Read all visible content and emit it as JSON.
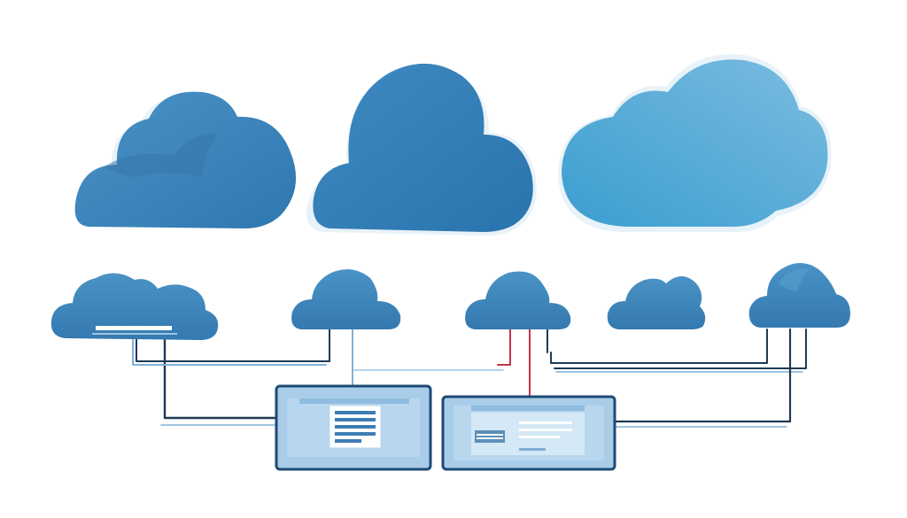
{
  "diagram": {
    "type": "cloud-network-illustration",
    "large_clouds": [
      {
        "name": "cloud-large-left",
        "color": "#3a82bb"
      },
      {
        "name": "cloud-large-center",
        "color": "#2f7db8"
      },
      {
        "name": "cloud-large-right",
        "color": "#58a9d6"
      }
    ],
    "small_clouds": [
      {
        "name": "cloud-small-1",
        "color": "#3d86bd"
      },
      {
        "name": "cloud-small-2",
        "color": "#3a82ba"
      },
      {
        "name": "cloud-small-3",
        "color": "#3d88bf"
      },
      {
        "name": "cloud-small-4",
        "color": "#3e87bc"
      },
      {
        "name": "cloud-small-5",
        "color": "#3c88c0"
      }
    ],
    "devices": [
      {
        "name": "device-left",
        "icon": "document-icon"
      },
      {
        "name": "device-right",
        "icon": "text-panel-icon"
      }
    ],
    "colors": {
      "line_dark": "#1d3a55",
      "line_blue": "#7fb2d6",
      "line_red": "#c0364a",
      "device_border": "#1d4a73",
      "device_fill": "#a9cde8",
      "device_screen": "#cfe5f5"
    }
  }
}
